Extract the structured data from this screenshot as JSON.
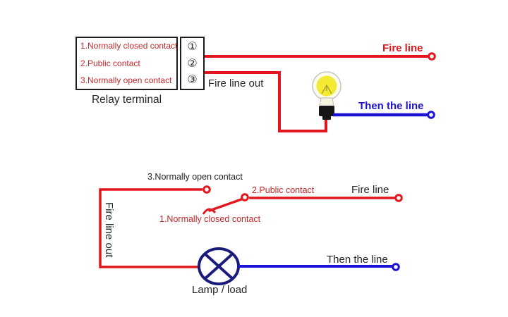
{
  "colors": {
    "wire-red": "#e2171e",
    "label-red": "#c62828",
    "wire-blue": "#1c13d6",
    "lamp-navy": "#1b1b7e",
    "text-dark": "#252525",
    "bulb-yellow": "#f3eb33",
    "bulb-glass": "#c4c4c4"
  },
  "top": {
    "relay_box_lines": [
      "1.Normally closed contact",
      "2.Public contact",
      "3.Normally open contact"
    ],
    "relay_caption": "Relay terminal",
    "terminals": [
      "①",
      "②",
      "③"
    ],
    "fire_line_out": "Fire line out",
    "fire_line": "Fire line",
    "then_the_line": "Then the line"
  },
  "bottom": {
    "normally_open": "3.Normally open contact",
    "public_contact": "2.Public contact",
    "normally_closed": "1.Normally closed contact",
    "fire_line_out": "Fire line out",
    "fire_line": "Fire line",
    "then_the_line": "Then the line",
    "lamp_load": "Lamp / load"
  }
}
